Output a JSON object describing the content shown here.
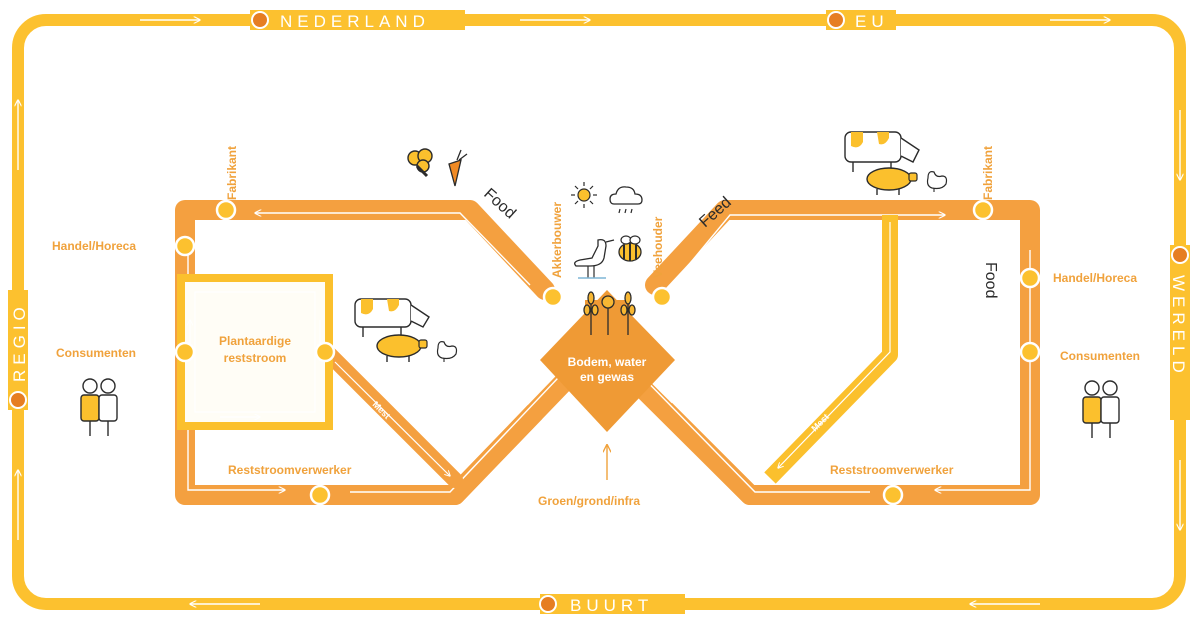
{
  "colors": {
    "frame": "#fcc12f",
    "orange_loop": "#f4a040",
    "yellow_loop": "#fbc02d",
    "label": "#f0a23c",
    "center": "#ef9a35",
    "white": "#ffffff",
    "dark": "#2b2b2b"
  },
  "frame": {
    "top_left": "NEDERLAND",
    "top_right": "EU",
    "left": "REGIO",
    "right": "WERELD",
    "bottom": "BUURT"
  },
  "left_loop": {
    "fabrikant": "Fabrikant",
    "handel": "Handel/Horeca",
    "consumenten": "Consumenten",
    "plantaardig_line1": "Plantaardige",
    "plantaardig_line2": "reststroom",
    "reststroomverwerker": "Reststroomverwerker",
    "mest": "Mest",
    "food": "Food"
  },
  "right_loop": {
    "fabrikant": "Fabrikant",
    "handel": "Handel/Horeca",
    "consumenten": "Consumenten",
    "reststroomverwerker": "Reststroomverwerker",
    "mest": "Mest",
    "feed": "Feed",
    "food": "Food"
  },
  "center": {
    "akkerbouwer": "Akkerbouwer",
    "veehouder": "Veehouder",
    "line1": "Bodem, water",
    "line2": "en gewas",
    "groen": "Groen/grond/infra"
  },
  "icons": [
    "broccoli-icon",
    "carrot-icon",
    "sun-icon",
    "rain-cloud-icon",
    "heron-icon",
    "bee-icon",
    "crops-icon",
    "cow-icon",
    "pig-icon",
    "chicken-icon",
    "consumers-icon"
  ]
}
